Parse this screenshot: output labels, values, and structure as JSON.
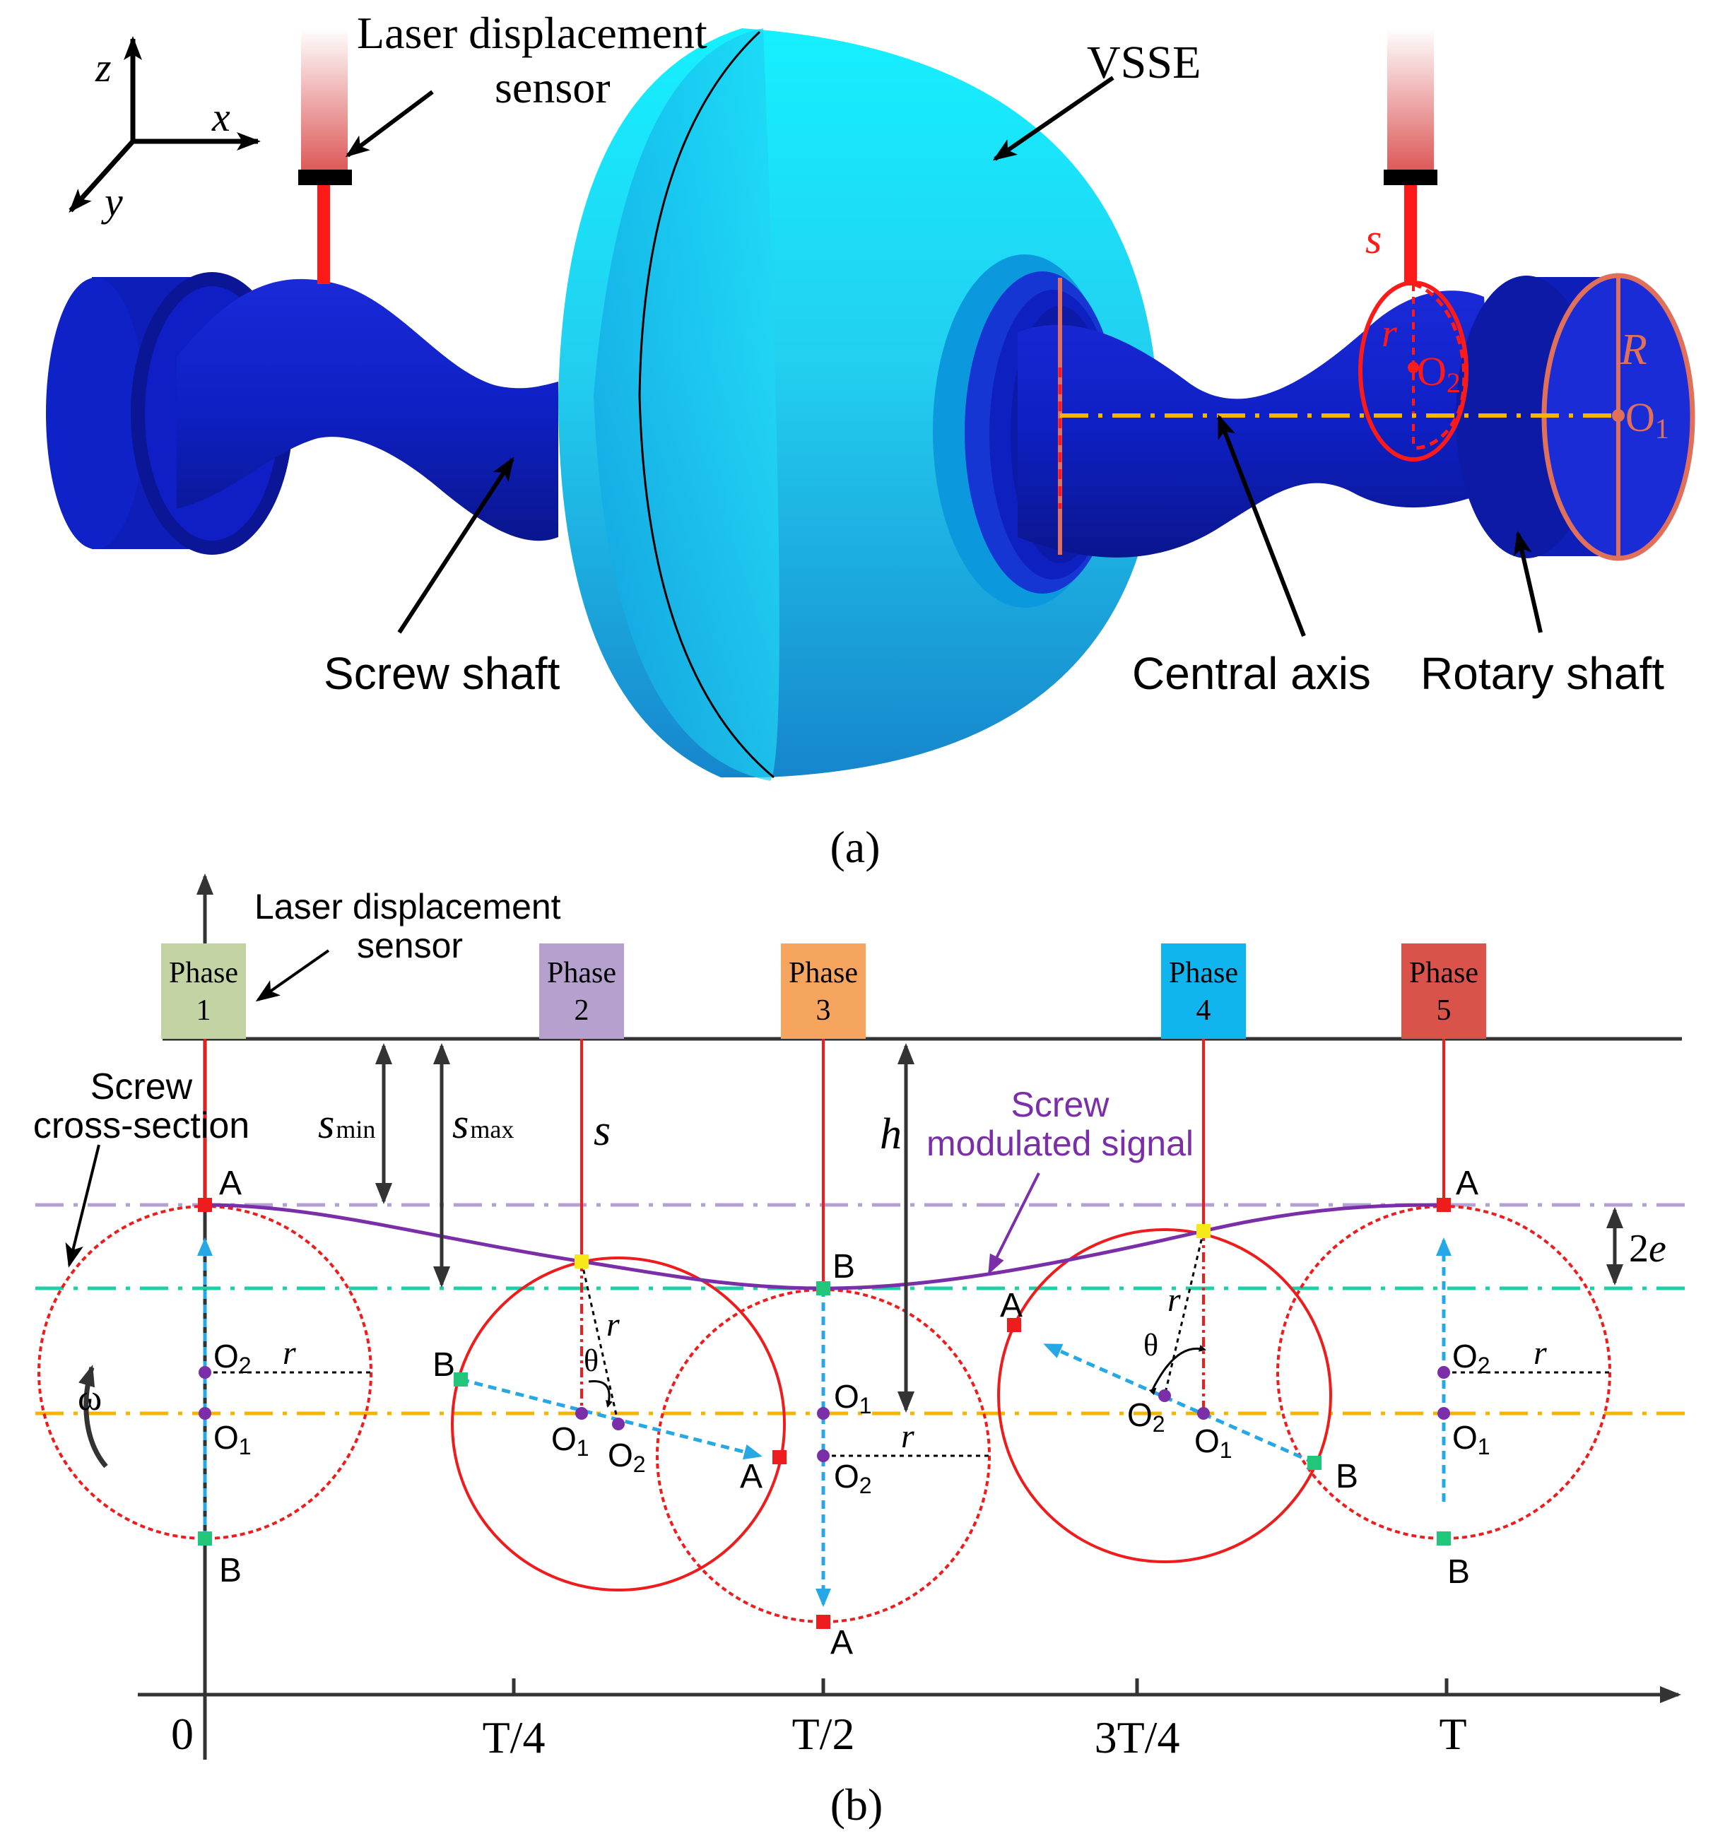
{
  "panel_a": {
    "caption": "(a)",
    "axes": {
      "z": "z",
      "x": "x",
      "y": "y"
    },
    "labels": {
      "laser_line1": "Laser displacement",
      "laser_line2": "sensor",
      "vsse": "VSSE",
      "s": "s",
      "r": "r",
      "R": "R",
      "o2": "O",
      "o2_sub": "2",
      "o1": "O",
      "o1_sub": "1",
      "screw_shaft": "Screw shaft",
      "central_axis": "Central axis",
      "rotary_shaft": "Rotary shaft"
    },
    "colors": {
      "shaft": "#1026c8",
      "shaft_dark": "#0a1690",
      "wheel": "#22d4f2",
      "wheel_dark": "#1aa6d6",
      "sensor": "#e06060",
      "beam": "#ff1a1a",
      "axis_dash": "#f5b400",
      "outline": "#e0705a"
    }
  },
  "panel_b": {
    "caption": "(b)",
    "sensor_line1": "Laser displacement",
    "sensor_line2": "sensor",
    "phases": [
      {
        "word": "Phase",
        "num": "1",
        "color": "#c3d3a4"
      },
      {
        "word": "Phase",
        "num": "2",
        "color": "#b6a0ce"
      },
      {
        "word": "Phase",
        "num": "3",
        "color": "#f6a55e"
      },
      {
        "word": "Phase",
        "num": "4",
        "color": "#10b4ee"
      },
      {
        "word": "Phase",
        "num": "5",
        "color": "#d9534b"
      }
    ],
    "cross_line1": "Screw",
    "cross_line2": "cross-section",
    "smin": "s",
    "smin_sub": "min",
    "smax": "s",
    "smax_sub": "max",
    "s": "s",
    "h": "h",
    "signal_line1": "Screw",
    "signal_line2": "modulated signal",
    "two_e": "2e",
    "r": "r",
    "theta": "θ",
    "omega": "ω",
    "A": "A",
    "B": "B",
    "O": "O",
    "sub1": "1",
    "sub2": "2",
    "ticks": [
      "0",
      "T/4",
      "T/2",
      "3T/4",
      "T"
    ],
    "colors": {
      "signal": "#7a2fa8",
      "circle": "#ee1c1c",
      "arrow": "#27a8e6",
      "line_top": "#b4a0d2",
      "line_mid": "#1ecfa8",
      "line_axis": "#f5b400",
      "point_A": "#ee1c1c",
      "point_B": "#22c67a",
      "point_yellow": "#f7e81a",
      "center": "#7a2fa8"
    }
  }
}
